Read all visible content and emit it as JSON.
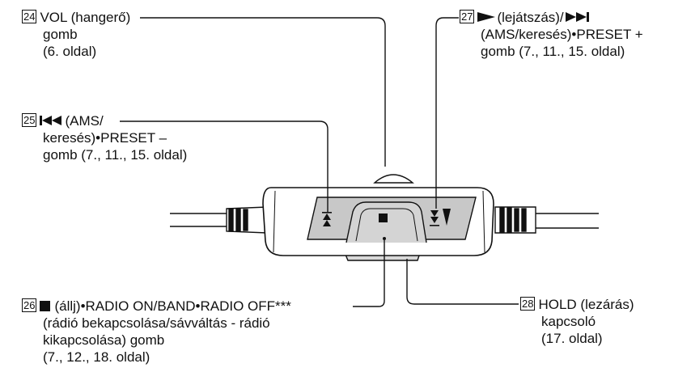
{
  "callouts": {
    "c24": {
      "number": "24",
      "lines": [
        "VOL (hangerő)",
        "gomb",
        "(6. oldal)"
      ]
    },
    "c25": {
      "number": "25",
      "lines": [
        "(AMS/",
        "keresés)•PRESET –",
        "gomb (7., 11., 15. oldal)"
      ]
    },
    "c26": {
      "number": "26",
      "lines": [
        "(állj)•RADIO ON/BAND•RADIO OFF***",
        "(rádió bekapcsolása/sávváltás - rádió",
        "kikapcsolása) gomb",
        "(7., 12., 18. oldal)"
      ]
    },
    "c27": {
      "number": "27",
      "lines": [
        "(lejátszás)/",
        "(AMS/keresés)•PRESET +",
        "gomb (7., 11., 15. oldal)"
      ]
    },
    "c28": {
      "number": "28",
      "lines": [
        "HOLD (lezárás)",
        "kapcsoló",
        "(17. oldal)"
      ]
    }
  },
  "icons": {
    "prev": "prev-track-icon",
    "stop": "stop-icon",
    "play": "play-icon",
    "next": "next-track-icon"
  }
}
